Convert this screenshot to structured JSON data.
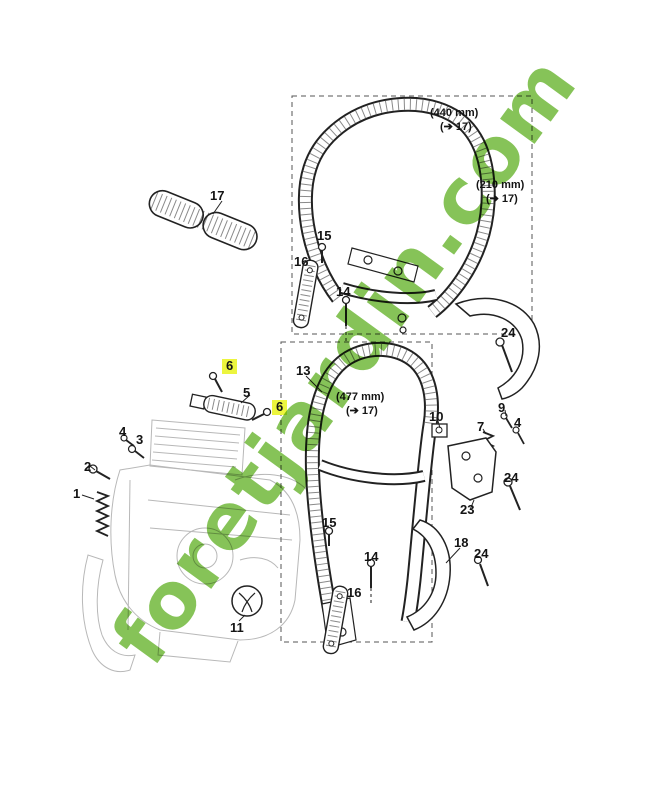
{
  "watermark": {
    "text": "foretjardin.com",
    "color": "#68b42e"
  },
  "colors": {
    "highlight": "#ecf53e",
    "line": "#1a1a1a",
    "faint_engine": "#b8b8b8",
    "dashed_box": "#555555"
  },
  "labels": {
    "tube17": "17",
    "len440": "(440 mm)",
    "ref440": "(➔ 17)",
    "len210": "(210 mm)",
    "ref210": "(➔ 17)",
    "len477": "(477 mm)",
    "ref477": "(➔ 17)",
    "p1": "1",
    "p2": "2",
    "p3": "3",
    "p4_left": "4",
    "p4_right": "4",
    "p5": "5",
    "p6_upper": "6",
    "p6_lower": "6",
    "p7": "7",
    "p9": "9",
    "p10": "10",
    "p11": "11",
    "p13": "13",
    "p14_top": "14",
    "p14_bottom": "14",
    "p15_top": "15",
    "p15_bottom": "15",
    "p16_top": "16",
    "p16_bottom": "16",
    "p18": "18",
    "p23": "23",
    "p24_top": "24",
    "p24_mid": "24",
    "p24_bottom": "24"
  }
}
